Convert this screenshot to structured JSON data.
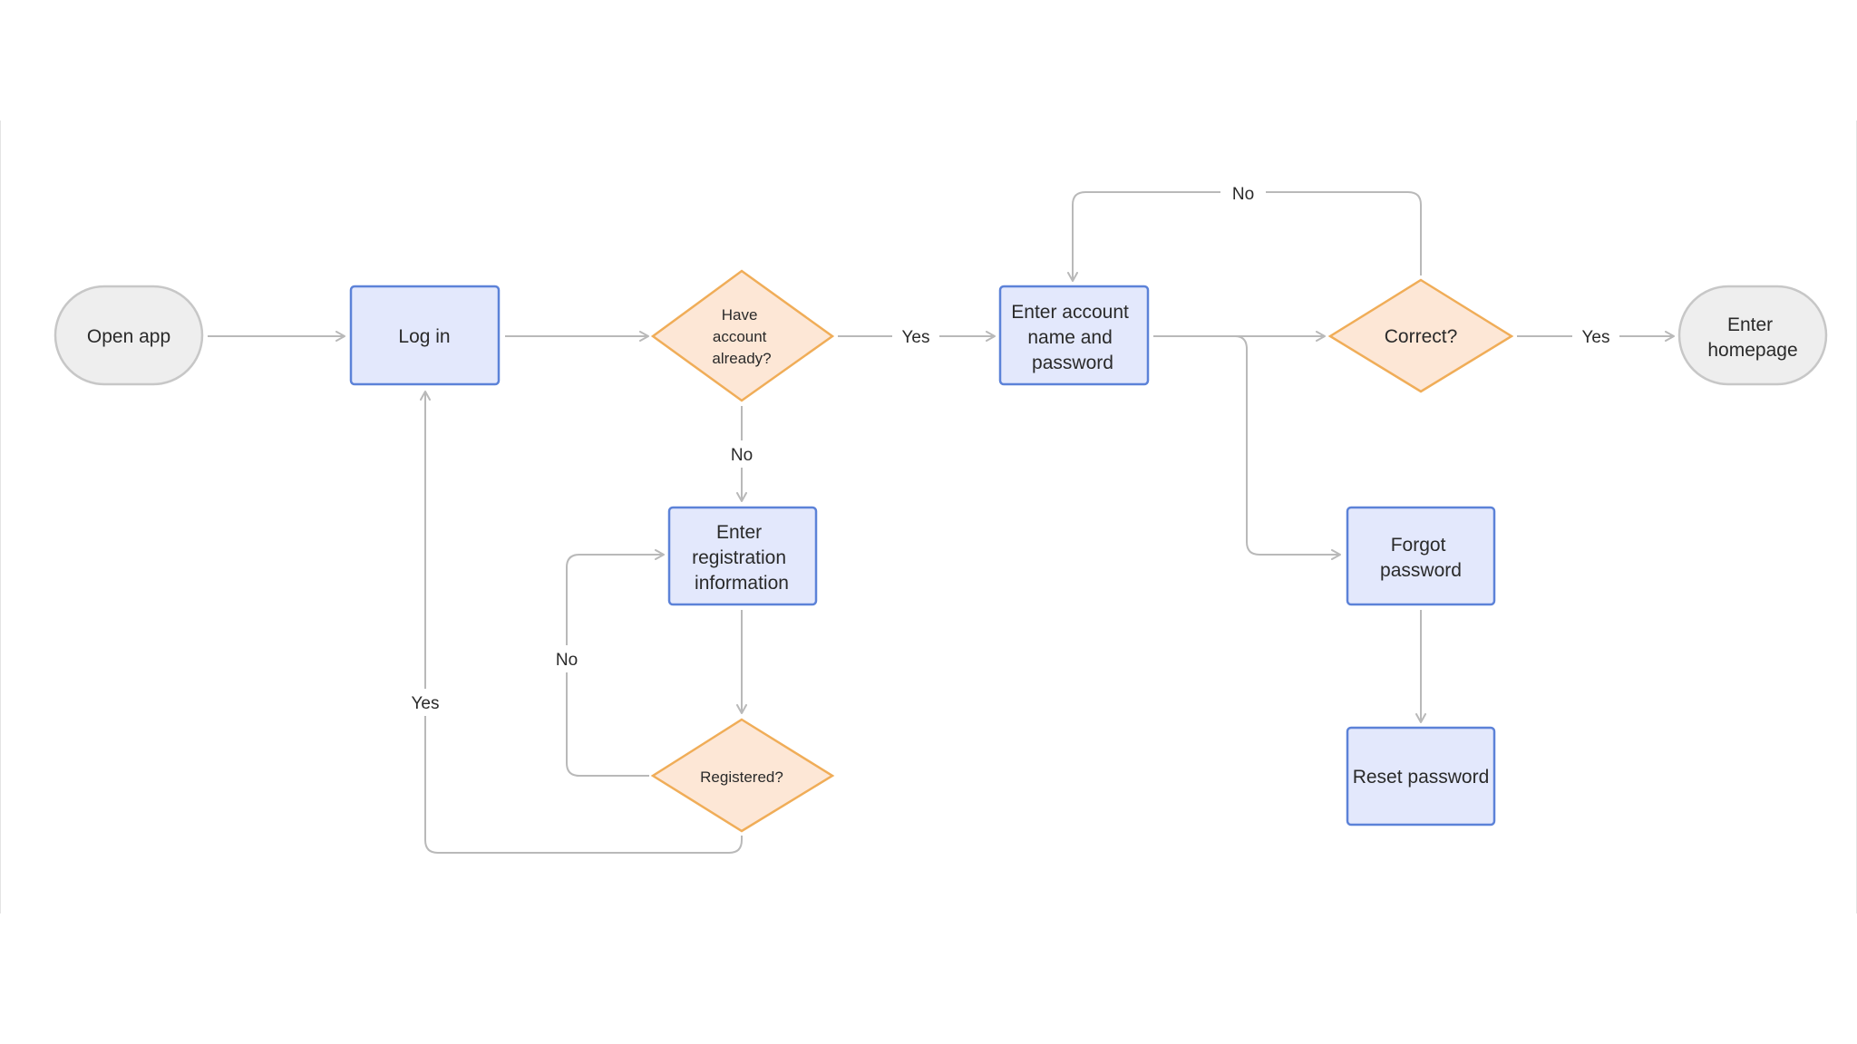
{
  "nodes": {
    "open_app": [
      "Open app"
    ],
    "log_in": [
      "Log in"
    ],
    "have_account": [
      "Have",
      "account",
      "already?"
    ],
    "enter_account": [
      "Enter account",
      "name and",
      "password"
    ],
    "correct": [
      "Correct?"
    ],
    "enter_homepage": [
      "Enter",
      "homepage"
    ],
    "enter_registration": [
      "Enter",
      "registration",
      "information"
    ],
    "registered": [
      "Registered?"
    ],
    "forgot_password": [
      "Forgot",
      "password"
    ],
    "reset_password": [
      "Reset password"
    ]
  },
  "edge_labels": {
    "have_account_yes": "Yes",
    "have_account_no": "No",
    "correct_yes": "Yes",
    "correct_no": "No",
    "registered_no": "No",
    "registered_yes": "Yes"
  },
  "colors": {
    "terminal_fill": "#eeeeee",
    "terminal_stroke": "#c7c7c7",
    "process_fill": "#e3e8fc",
    "process_stroke": "#5c82d8",
    "decision_fill": "#fde7d6",
    "decision_stroke": "#f0ad58",
    "connector": "#b9b9b9"
  }
}
